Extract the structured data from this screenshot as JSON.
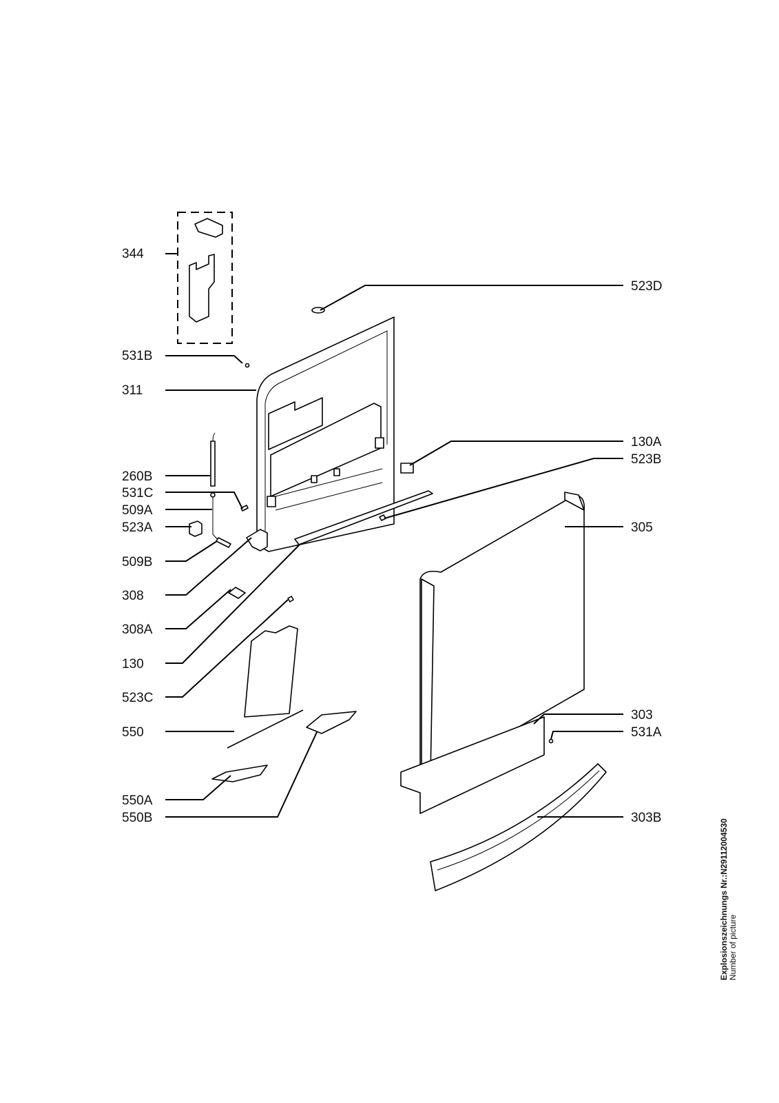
{
  "diagram": {
    "left_labels": [
      "344",
      "531B",
      "311",
      "260B",
      "531C",
      "509A",
      "523A",
      "509B",
      "308",
      "308A",
      "130",
      "523C",
      "550",
      "550A",
      "550B"
    ],
    "right_labels": [
      "523D",
      "130A",
      "523B",
      "305",
      "303",
      "531A",
      "303B"
    ],
    "drawing_number_label": "Explosionszeichnungs Nr.:N29112004530",
    "drawing_number_caption": "Number of picture"
  }
}
